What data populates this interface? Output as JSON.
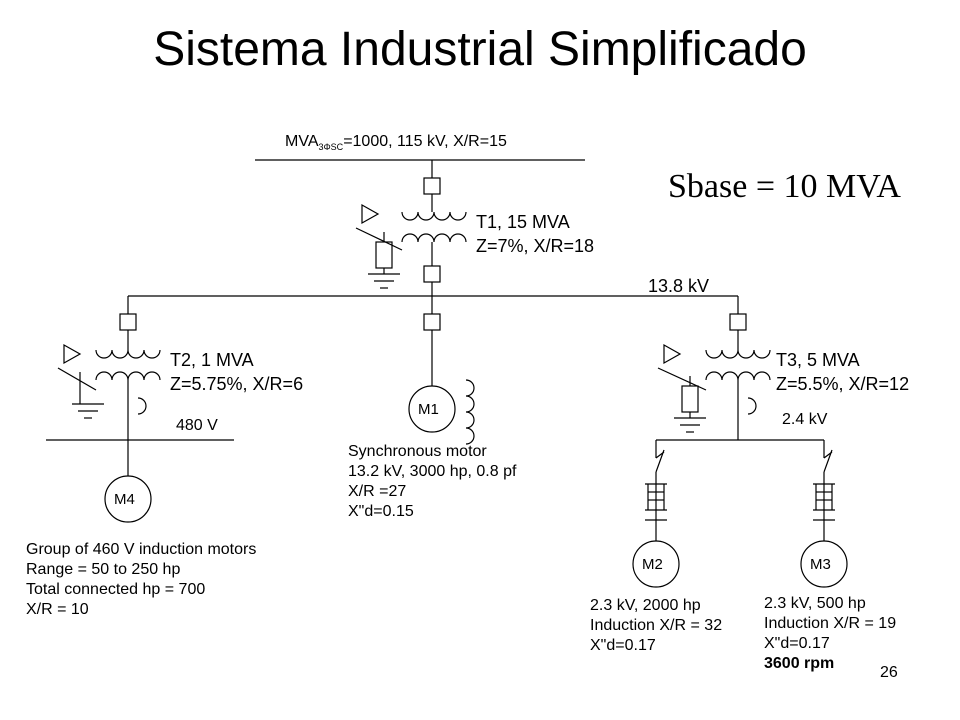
{
  "title": "Sistema Industrial Simplificado",
  "sbase": "Sbase = 10 MVA",
  "utility": {
    "label_prefix": "MVA",
    "label_sub": "3ΦSC",
    "label_rest": "=1000, 115 kV, X/R=15"
  },
  "t1": {
    "line1": "T1, 15 MVA",
    "line2": "Z=7%, X/R=18"
  },
  "bus_13_8": "13.8 kV",
  "t2": {
    "line1": "T2, 1 MVA",
    "line2": "Z=5.75%, X/R=6"
  },
  "t3": {
    "line1": "T3, 5 MVA",
    "line2": "Z=5.5%, X/R=12"
  },
  "bus_480": "480 V",
  "bus_2_4": "2.4 kV",
  "m1": {
    "name": "M1",
    "desc": [
      "Synchronous motor",
      "13.2 kV, 3000 hp, 0.8 pf",
      "X/R =27",
      "X\"d=0.15"
    ]
  },
  "m2": {
    "name": "M2",
    "desc": [
      "2.3 kV, 2000 hp",
      "Induction X/R = 32",
      "X\"d=0.17"
    ]
  },
  "m3": {
    "name": "M3",
    "desc": [
      "2.3 kV, 500 hp",
      "Induction X/R = 19",
      "X\"d=0.17",
      "3600 rpm"
    ]
  },
  "m4": {
    "name": "M4",
    "desc": [
      "Group of 460 V induction motors",
      "Range = 50 to 250 hp",
      "Total connected hp = 700",
      "X/R = 10"
    ]
  },
  "page_number": "26"
}
